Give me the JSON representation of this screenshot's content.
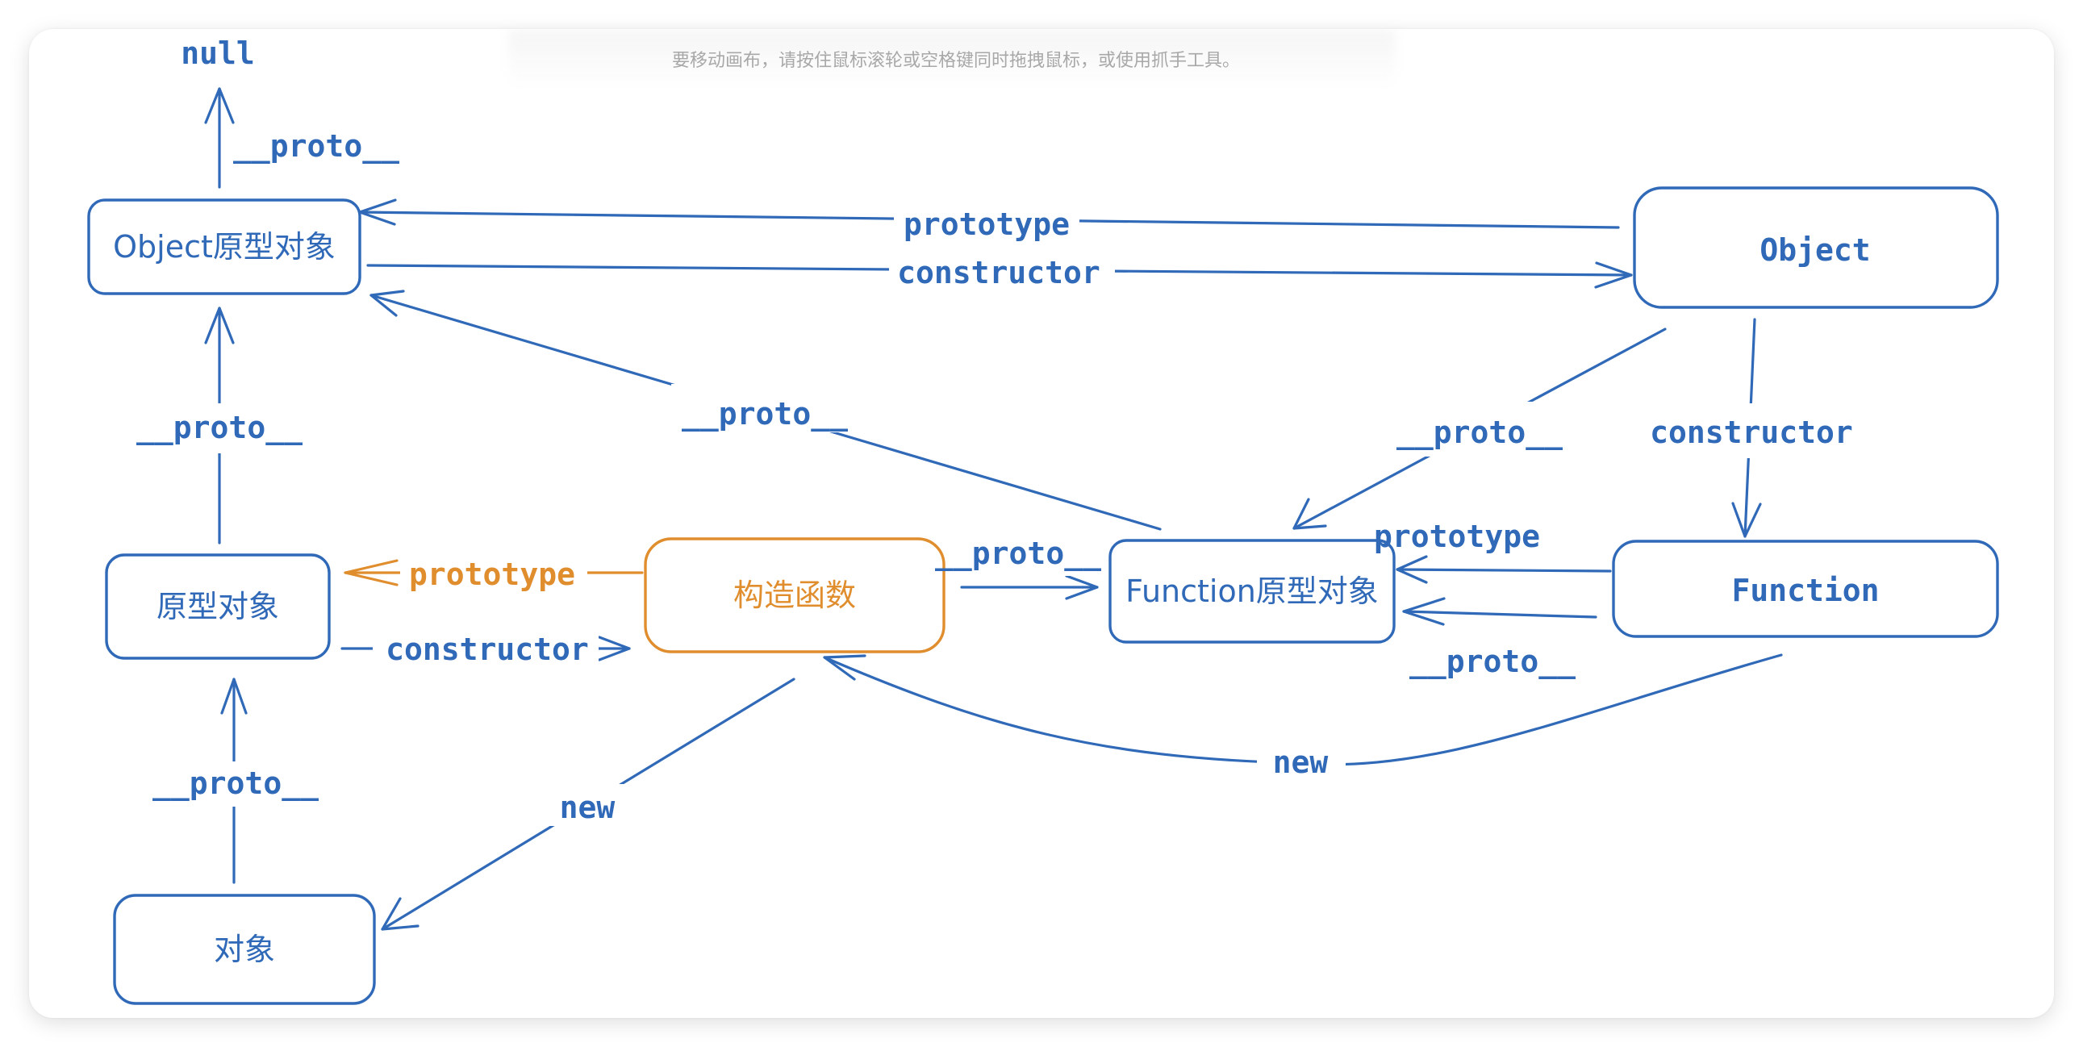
{
  "hint": "要移动画布，请按住鼠标滚轮或空格键同时拖拽鼠标，或使用抓手工具。",
  "colors": {
    "primary": "#2f69b7",
    "accent": "#e08d2e"
  },
  "nodes": {
    "null": "null",
    "object_proto": "Object原型对象",
    "object": "Object",
    "prototype_obj": "原型对象",
    "constructor_fn": "构造函数",
    "function_proto": "Function原型对象",
    "function": "Function",
    "instance": "对象"
  },
  "edges": {
    "objproto_to_null": "__proto__",
    "object_prototype": "prototype",
    "objproto_constructor": "constructor",
    "fnproto_to_objproto": "__proto__",
    "object_to_fnproto": "__proto__",
    "object_constructor": "constructor",
    "proto_to_objproto": "__proto__",
    "ctor_prototype": "prototype",
    "proto_constructor": "constructor",
    "ctor_to_fnproto": "__proto__",
    "function_prototype": "prototype",
    "function_proto": "__proto__",
    "function_new": "new",
    "ctor_new": "new",
    "instance_to_proto": "__proto__"
  }
}
